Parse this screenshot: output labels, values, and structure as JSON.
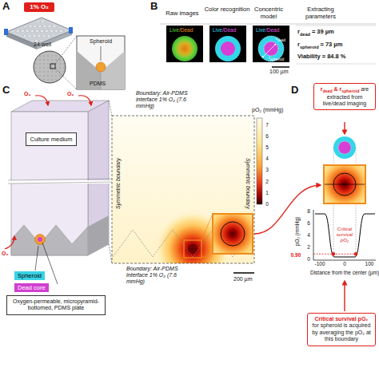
{
  "diagram": {
    "nodes": [
      {
        "text": [
          "1% O₂"
        ]
      },
      {
        "text": [
          "Culture medium"
        ]
      },
      {
        "text": [
          "Spheroid"
        ]
      },
      {
        "text": [
          "Dead core"
        ]
      },
      {
        "text": [
          "Oxygen-permeable, micropyramid-bottomed, PDMS plate"
        ]
      },
      {
        "text": [
          "r",
          "dead",
          "& r",
          "spheroid",
          "are extracted from live/dead imaging"
        ]
      },
      {
        "text": [
          "Critical survival pO₂",
          "for spheroid is acquired by averaging the pO₂ at this boundary"
        ]
      }
    ],
    "labels": [
      "A",
      "24-well",
      "Spheroid",
      "PDMS",
      "B",
      "Raw images",
      "Color recognition",
      "Concentric model",
      "Extracting parameters",
      "Live",
      "/Dead",
      "Live",
      "/Dead",
      "Live",
      "/Dead",
      "r",
      "dead",
      "r",
      "spheroid",
      "r",
      "dead",
      "= 39 µm",
      "r",
      "spheroid",
      "= 73 µm",
      "Viability = 84.8 %",
      "100 µm",
      "C",
      "O₂",
      "O₂",
      "O₂",
      "Boundary: Air-PDMS interface 1% O₂ (7.6 mmHg)",
      "Symmetric boundary",
      "Symmetric boundary",
      "pO₂ (mmHg)",
      "7",
      "6",
      "5",
      "4",
      "3",
      "2",
      "1",
      "0",
      "Boundary: Air-PDMS interface 1% O₂ (7.6 mmHg)",
      "200 µm",
      "D",
      "pO₂ (mmHg)",
      "8",
      "6",
      "4",
      "2",
      "0",
      "0.90",
      "Critical survival pO₂",
      "-100",
      "0",
      "100",
      "Distance from the center (µm)"
    ]
  }
}
